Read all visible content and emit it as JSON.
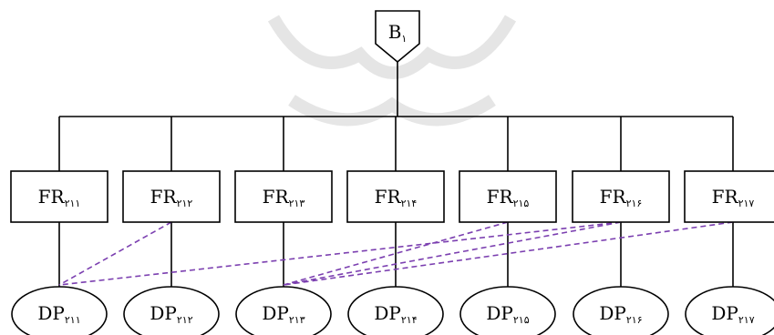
{
  "root": {
    "main": "B",
    "sub": "۱"
  },
  "requirements": [
    {
      "main": "FR",
      "sub": "۲۱۱"
    },
    {
      "main": "FR",
      "sub": "۲۱۲"
    },
    {
      "main": "FR",
      "sub": "۲۱۳"
    },
    {
      "main": "FR",
      "sub": "۲۱۴"
    },
    {
      "main": "FR",
      "sub": "۲۱۵"
    },
    {
      "main": "FR",
      "sub": "۲۱۶"
    },
    {
      "main": "FR",
      "sub": "۲۱۷"
    }
  ],
  "design_parameters": [
    {
      "main": "DP",
      "sub": "۲۱۱"
    },
    {
      "main": "DP",
      "sub": "۲۱۲"
    },
    {
      "main": "DP",
      "sub": "۲۱۳"
    },
    {
      "main": "DP",
      "sub": "۲۱۴"
    },
    {
      "main": "DP",
      "sub": "۲۱۵"
    },
    {
      "main": "DP",
      "sub": "۲۱۶"
    },
    {
      "main": "DP",
      "sub": "۲۱۷"
    }
  ],
  "couplings": [
    {
      "from_fr": 2,
      "to_dp": 1
    },
    {
      "from_fr": 6,
      "to_dp": 1
    },
    {
      "from_fr": 5,
      "to_dp": 3
    },
    {
      "from_fr": 6,
      "to_dp": 3
    },
    {
      "from_fr": 7,
      "to_dp": 3
    }
  ],
  "colors": {
    "line": "#000000",
    "coupling": "#7b3fb0",
    "background": "#ffffff",
    "watermark": "#dcdcdc"
  }
}
